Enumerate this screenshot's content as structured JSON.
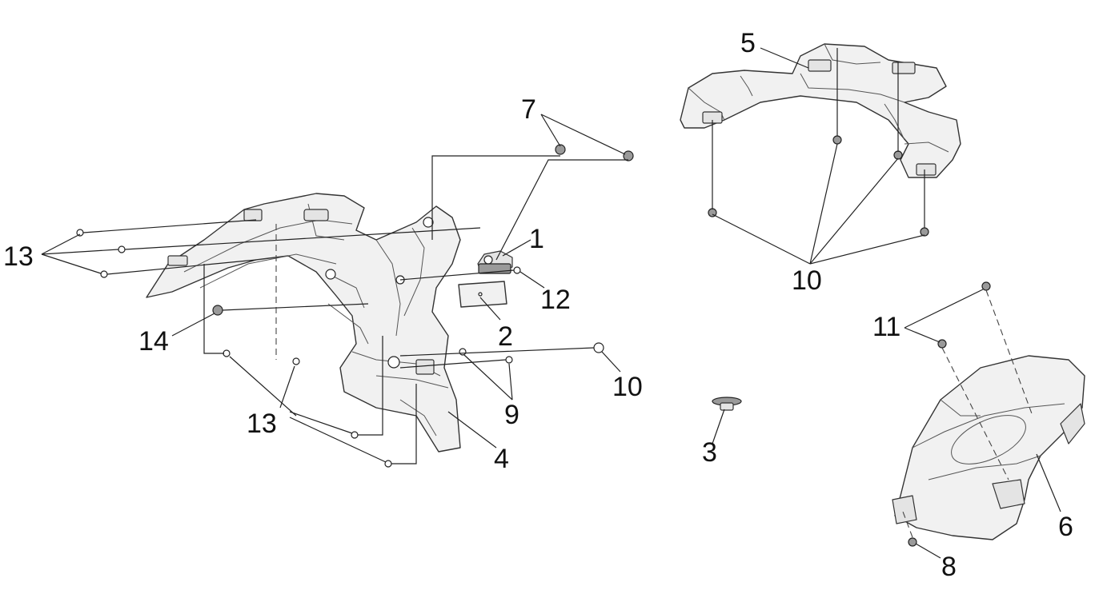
{
  "diagram": {
    "callouts": {
      "c1": "1",
      "c2": "2",
      "c3": "3",
      "c4": "4",
      "c5": "5",
      "c6": "6",
      "c7": "7",
      "c8": "8",
      "c9": "9",
      "c10a": "10",
      "c10b": "10",
      "c11": "11",
      "c12": "12",
      "c13a": "13",
      "c13b": "13",
      "c14": "14"
    }
  }
}
